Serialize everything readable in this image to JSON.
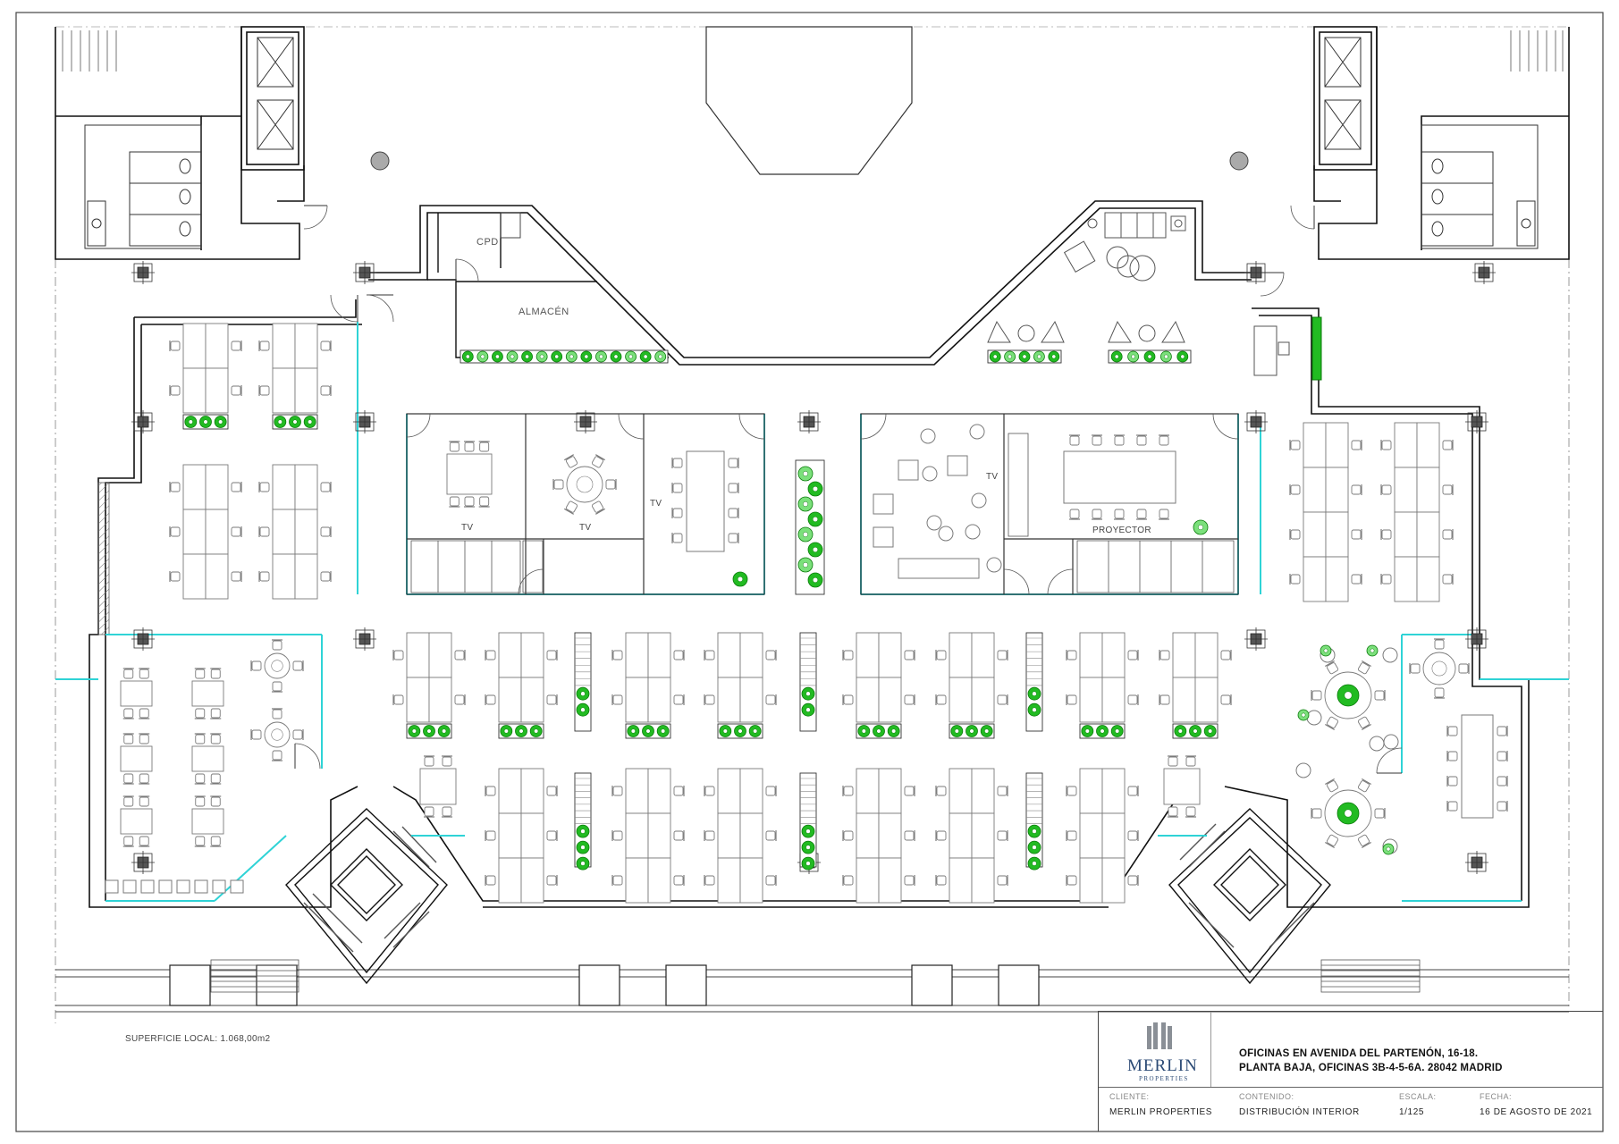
{
  "plan": {
    "surface_label": "SUPERFICIE LOCAL: 1.068,00m2",
    "rooms": {
      "cpd": "CPD",
      "storage": "ALMACÉN",
      "tv_1": "TV",
      "tv_2": "TV",
      "tv_3": "TV",
      "tv_4": "TV",
      "projector": "PROYECTOR"
    },
    "colors": {
      "wall": "#111111",
      "glass": "#2fd3d6",
      "plant": "#22bb22",
      "plant_light": "#7be07b",
      "furniture": "#7a7a7a",
      "column": "#555555"
    }
  },
  "title_block": {
    "logo_name": "MERLIN",
    "logo_sub": "PROPERTIES",
    "title_line1": "OFICINAS EN AVENIDA DEL PARTENÓN, 16-18.",
    "title_line2": "PLANTA BAJA, OFICINAS 3B-4-5-6A. 28042 MADRID",
    "client_header": "CLIENTE:",
    "client_value": "MERLIN PROPERTIES",
    "content_header": "CONTENIDO:",
    "content_value": "DISTRIBUCIÓN INTERIOR",
    "scale_header": "ESCALA:",
    "scale_value": "1/125",
    "date_header": "FECHA:",
    "date_value": "16 DE AGOSTO DE 2021"
  }
}
